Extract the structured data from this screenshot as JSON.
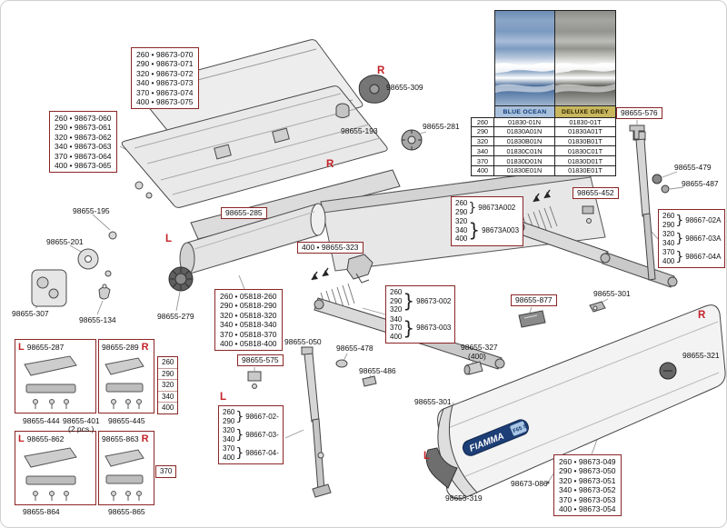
{
  "fabric_table": {
    "header_blue": "BLUE OCEAN",
    "header_grey": "DELUXE GREY",
    "rows": [
      {
        "size": "260",
        "blue": "01830-01N",
        "grey": "01830-01T"
      },
      {
        "size": "290",
        "blue": "01830A01N",
        "grey": "01830A01T"
      },
      {
        "size": "320",
        "blue": "01830B01N",
        "grey": "01830B01T"
      },
      {
        "size": "340",
        "blue": "01830C01N",
        "grey": "01830C01T"
      },
      {
        "size": "370",
        "blue": "01830D01N",
        "grey": "01830D01T"
      },
      {
        "size": "400",
        "blue": "01830E01N",
        "grey": "01830E01T"
      }
    ]
  },
  "part_boxes": {
    "lid": [
      "260 • 98673-070",
      "290 • 98673-071",
      "320 • 98673-072",
      "340 • 98673-073",
      "370 • 98673-074",
      "400 • 98673-075"
    ],
    "front": [
      "260 • 98673-060",
      "290 • 98673-061",
      "320 • 98673-062",
      "340 • 98673-063",
      "370 • 98673-064",
      "400 • 98673-065"
    ],
    "roller": [
      "260 • 05818-260",
      "290 • 05818-290",
      "320 • 05818-320",
      "340 • 05818-340",
      "370 • 05818-370",
      "400 • 05818-400"
    ],
    "canopy": [
      "260 • 98673-049",
      "290 • 98673-050",
      "320 • 98673-051",
      "340 • 98673-052",
      "370 • 98673-053",
      "400 • 98673-054"
    ]
  },
  "brace_boxes": {
    "brace_glyph": "}",
    "arm_upper": {
      "groups": [
        {
          "sizes": [
            "260",
            "290"
          ],
          "part": "98673A002"
        },
        {
          "sizes": [
            "320",
            "340",
            "400"
          ],
          "part": "98673A003"
        }
      ]
    },
    "arm_lower": {
      "groups": [
        {
          "sizes": [
            "260",
            "290",
            "320"
          ],
          "part": "98673-002"
        },
        {
          "sizes": [
            "340",
            "370",
            "400"
          ],
          "part": "98673-003"
        }
      ]
    },
    "leg_center": {
      "groups": [
        {
          "sizes": [
            "260",
            "290"
          ],
          "part": "98667-02-"
        },
        {
          "sizes": [
            "320",
            "340"
          ],
          "part": "98667-03-"
        },
        {
          "sizes": [
            "370",
            "400"
          ],
          "part": "98667-04-"
        }
      ]
    },
    "leg_right": {
      "groups": [
        {
          "sizes": [
            "260",
            "290"
          ],
          "part": "98667-02A"
        },
        {
          "sizes": [
            "320",
            "340"
          ],
          "part": "98667-03A"
        },
        {
          "sizes": [
            "370",
            "400"
          ],
          "part": "98667-04A"
        }
      ]
    }
  },
  "size_stack": [
    "260",
    "290",
    "320",
    "340",
    "400"
  ],
  "size_370": "370",
  "labels": {
    "p195": "98655-195",
    "p201": "98655-201",
    "p307": "98655-307",
    "p134": "98655-134",
    "p279": "98655-279",
    "p285": "98655-285",
    "p193": "98655-193",
    "p309": "98655-309",
    "p281": "98655-281",
    "p323": "400 • 98655-323",
    "p050": "98655-050",
    "p575": "98655-575",
    "p478": "98655-478",
    "p486": "98655-486",
    "p327": "98655-327",
    "p327_qty": "(400)",
    "p301": "98655-301",
    "p877": "98655-877",
    "p452": "98655-452",
    "p576": "98655-576",
    "p479": "98655-479",
    "p487": "98655-487",
    "p321": "98655-321",
    "p319": "98655-319",
    "p086": "98673-086",
    "p287": "98655-287",
    "p289": "98655-289",
    "p444": "98655-444",
    "p445": "98655-445",
    "p401": "98655-401",
    "p401_qty": "(2 pcs.)",
    "p862": "98655-862",
    "p863": "98655-863",
    "p864": "98655-864",
    "p865": "98655-865"
  },
  "markers": {
    "left": "L",
    "right": "R"
  },
  "logo": {
    "brand": "FIAMMA",
    "model": "F65 S"
  },
  "colors": {
    "marker_red": "#c42127",
    "box_border": "#8b2525",
    "fiamma_blue": "#1d3e76",
    "blue_ocean_bg": "#a9c0dc",
    "deluxe_grey_bg": "#c8b75f"
  }
}
